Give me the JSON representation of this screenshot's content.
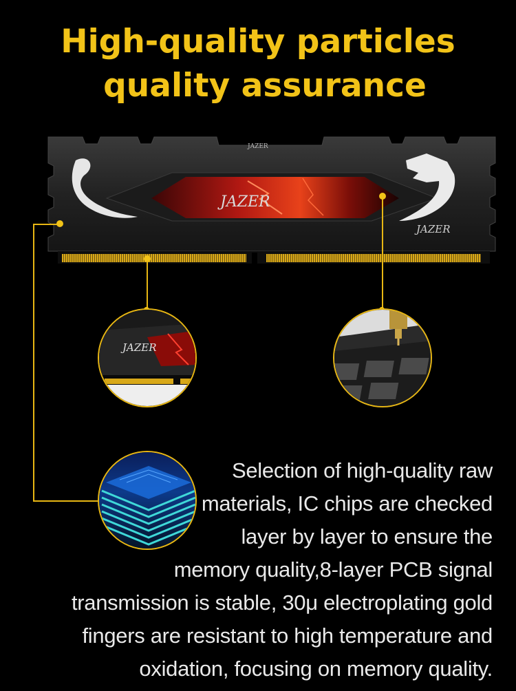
{
  "title": {
    "line1": "High-quality particles",
    "line2": "quality assurance"
  },
  "module": {
    "brand": "JAZER",
    "brand_small": "JAZER"
  },
  "callouts": [
    {
      "name": "heatsink-closeup",
      "brand": "JAZER"
    },
    {
      "name": "pcb-chip-closeup"
    },
    {
      "name": "pcb-layers-closeup"
    }
  ],
  "description": [
    "Selection of high-quality raw",
    "materials, IC chips are checked",
    "layer by layer to ensure the",
    "memory quality,8-layer PCB signal",
    "transmission is stable, 30μ electroplating gold",
    "fingers are resistant to high temperature and",
    "oxidation, focusing on memory quality."
  ],
  "colors": {
    "accent": "#f2c318",
    "background": "#000000",
    "text": "#e9e9e9",
    "graphic_red": "#c8201a"
  },
  "icons": [
    "dragon-icon",
    "serpent-icon"
  ]
}
